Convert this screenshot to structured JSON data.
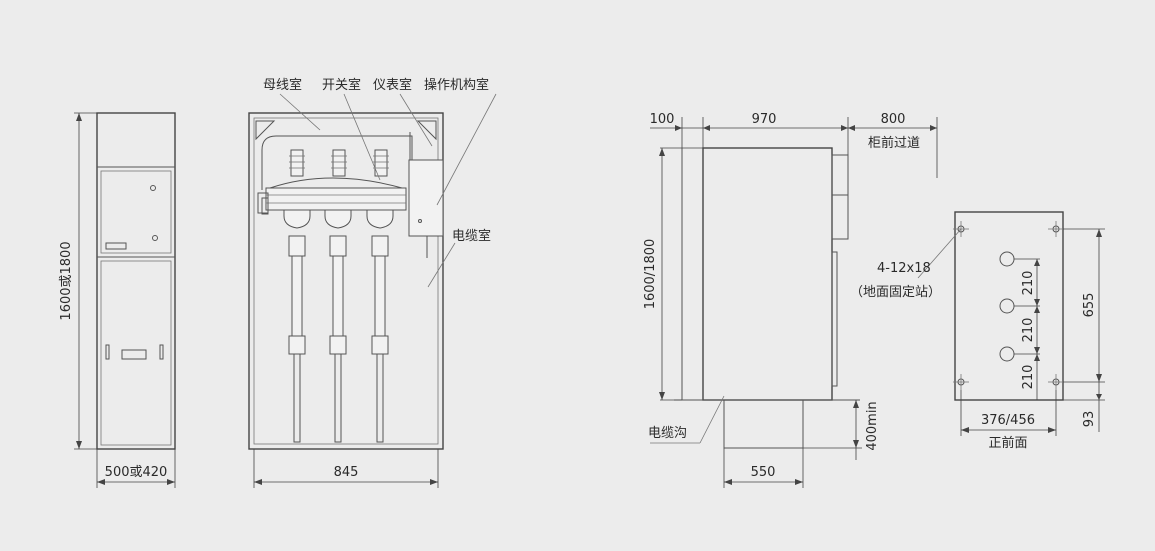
{
  "colors": {
    "background": "#ececec",
    "line": "#555555",
    "text": "#2a2a2a"
  },
  "front_view": {
    "height_dim": "1600或1800",
    "width_dim": "500或420"
  },
  "side_view": {
    "labels": {
      "busbar": "母线室",
      "switch": "开关室",
      "instrument": "仪表室",
      "mechanism": "操作机构室",
      "cable": "电缆室"
    },
    "width_dim": "845"
  },
  "install_view": {
    "dim_rear": "100",
    "dim_depth": "970",
    "dim_front": "800",
    "front_passage": "柜前过道",
    "height_dim": "1600/1800",
    "cable_trench": "电缆沟",
    "trench_width": "550",
    "trench_depth": "400min"
  },
  "base_view": {
    "bolt_spec": "4-12x18",
    "bolt_note": "（地面固定站）",
    "pitch_1": "210",
    "pitch_2": "210",
    "pitch_3": "210",
    "height_dim": "655",
    "width_dim": "376/456",
    "front_label": "正前面",
    "offset_dim": "93"
  }
}
